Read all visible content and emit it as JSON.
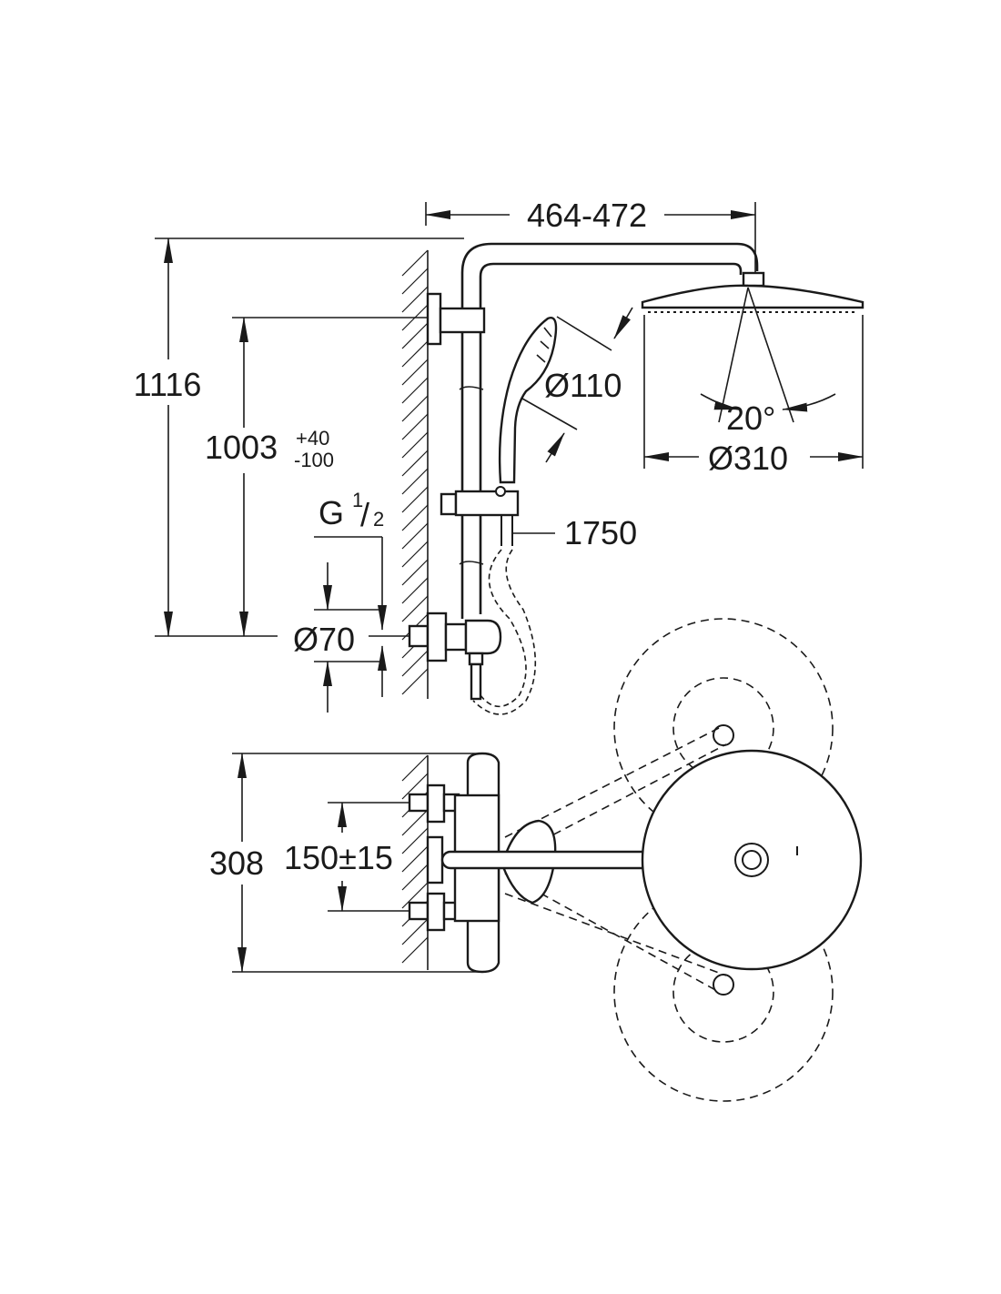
{
  "drawing": {
    "dimensions": {
      "rail_projection": "464-472",
      "total_height": "1116",
      "outlet_height": "1003",
      "outlet_tol_plus": "+40",
      "outlet_tol_minus": "-100",
      "thread_g": "G",
      "thread_num": "1",
      "thread_den": "2",
      "valve_dia": "Ø70",
      "hand_shower_dia": "Ø110",
      "tilt_angle": "20°",
      "head_shower_dia": "Ø310",
      "hose_length": "1750",
      "plan_depth": "308",
      "inlet_spacing": "150±15"
    }
  }
}
